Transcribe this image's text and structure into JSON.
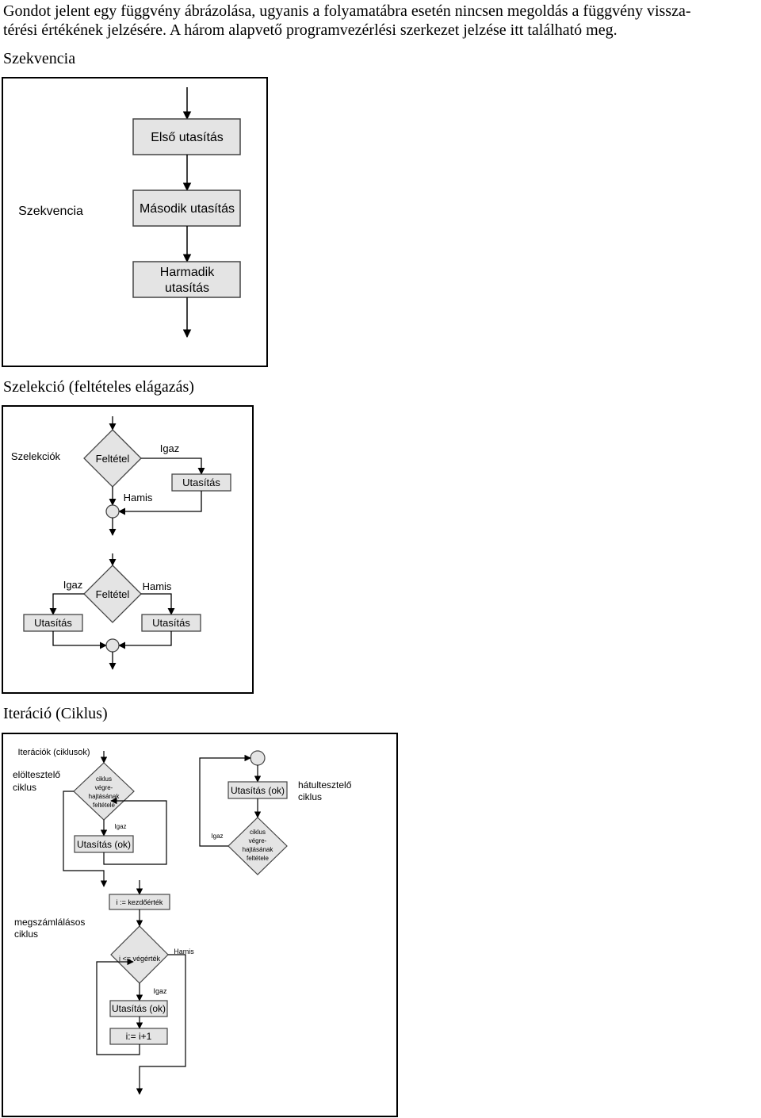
{
  "intro": {
    "line1": "Gondot jelent egy függvény ábrázolása, ugyanis a folyamatábra esetén nincsen megoldás a függvény vissza-",
    "line2": "térési értékének jelzésére. A három alapvető programvezérlési szerkezet jelzése itt található meg."
  },
  "sections": {
    "sequence": {
      "heading": "Szekvencia",
      "label": "Szekvencia",
      "first": "Első utasítás",
      "second": "Második utasítás",
      "third_line1": "Harmadik",
      "third_line2": "utasítás"
    },
    "selection": {
      "heading": "Szelekció (feltételes elágazás)",
      "label": "Szelekciók",
      "condition": "Feltétel",
      "true_label": "Igaz",
      "false_label": "Hamis",
      "statement": "Utasítás"
    },
    "iteration": {
      "heading": "Iteráció (Ciklus)",
      "label": "Iterációk (ciklusok)",
      "pretest_line1": "elöltesztelő",
      "pretest_line2": "ciklus",
      "posttest_line1": "hátultesztelő",
      "posttest_line2": "ciklus",
      "cond_line1": "ciklus",
      "cond_line2": "végre-",
      "cond_line3": "hajtásának",
      "cond_line4": "feltétele",
      "true_label": "Igaz",
      "false_label": "Hamis",
      "statements": "Utasítás (ok)",
      "counting_line1": "megszámlálásos",
      "counting_line2": "ciklus",
      "init": "i := kezdőérték",
      "loop_cond": "i <= végérték",
      "increment": "i:= i+1"
    }
  }
}
